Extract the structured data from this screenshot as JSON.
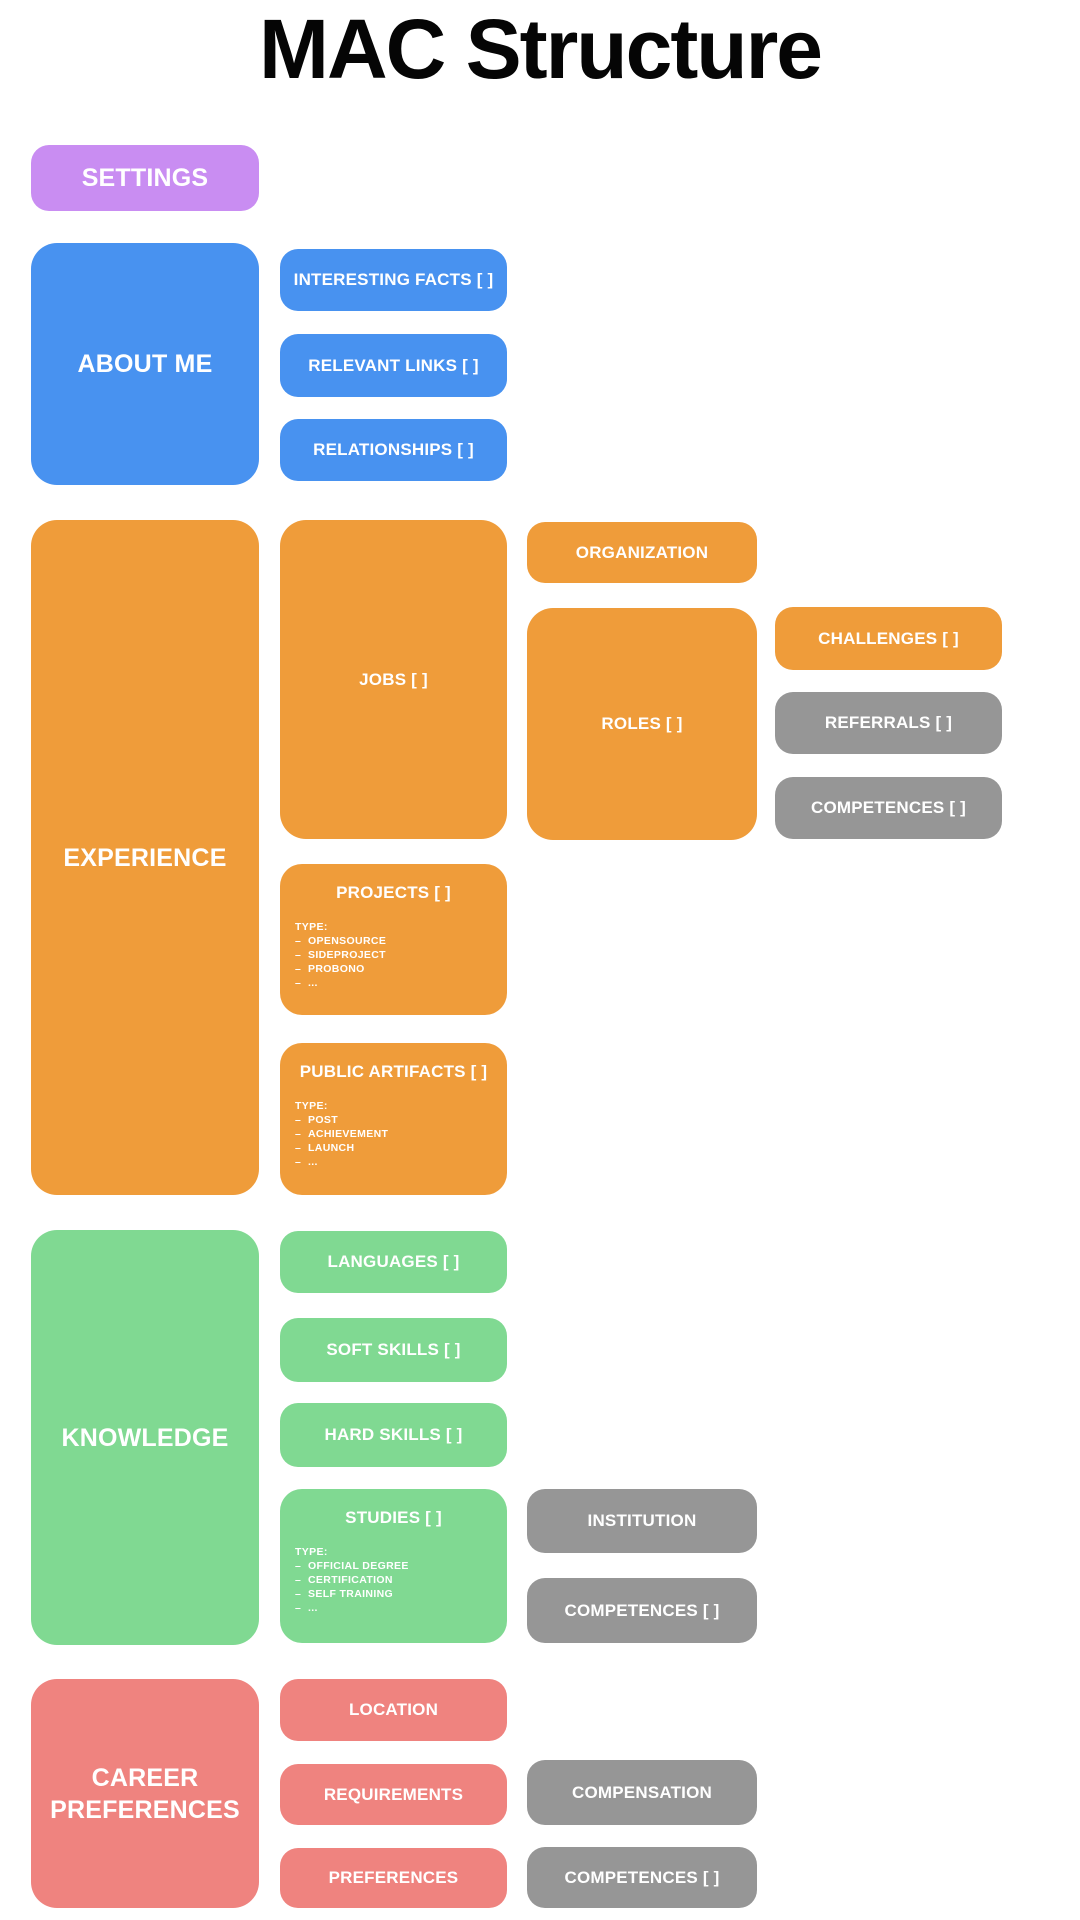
{
  "title": "MAC Structure",
  "bullet": "–",
  "type_label": "TYPE:",
  "colors": {
    "purple": "#c98df2",
    "blue": "#4892f0",
    "orange": "#ef9c3a",
    "green": "#80d992",
    "red": "#ef837f",
    "gray": "#969696",
    "text": "#ffffff",
    "title": "#050505"
  },
  "settings": {
    "label": "SETTINGS"
  },
  "about": {
    "label": "ABOUT ME",
    "interesting_facts": "INTERESTING FACTS [ ]",
    "relevant_links": "RELEVANT LINKS [ ]",
    "relationships": "RELATIONSHIPS [ ]"
  },
  "experience": {
    "label": "EXPERIENCE",
    "jobs": "JOBS [ ]",
    "organization": "ORGANIZATION",
    "roles": "ROLES [ ]",
    "challenges": "CHALLENGES [ ]",
    "referrals": "REFERRALS [ ]",
    "competences": "COMPETENCES [ ]",
    "projects": {
      "label": "PROJECTS [ ]",
      "types": [
        "OPENSOURCE",
        "SIDEPROJECT",
        "PROBONO",
        "..."
      ]
    },
    "public_artifacts": {
      "label": "PUBLIC ARTIFACTS [ ]",
      "types": [
        "POST",
        "ACHIEVEMENT",
        "LAUNCH",
        "..."
      ]
    }
  },
  "knowledge": {
    "label": "KNOWLEDGE",
    "languages": "LANGUAGES [ ]",
    "soft_skills": "SOFT SKILLS [ ]",
    "hard_skills": "HARD SKILLS [ ]",
    "studies": {
      "label": "STUDIES [ ]",
      "types": [
        "OFFICIAL DEGREE",
        "CERTIFICATION",
        "SELF TRAINING",
        "..."
      ]
    },
    "institution": "INSTITUTION",
    "competences": "COMPETENCES [ ]"
  },
  "career": {
    "label": "CAREER PREFERENCES",
    "location": "LOCATION",
    "requirements": "REQUIREMENTS",
    "preferences": "PREFERENCES",
    "compensation": "COMPENSATION",
    "competences": "COMPETENCES [ ]"
  }
}
